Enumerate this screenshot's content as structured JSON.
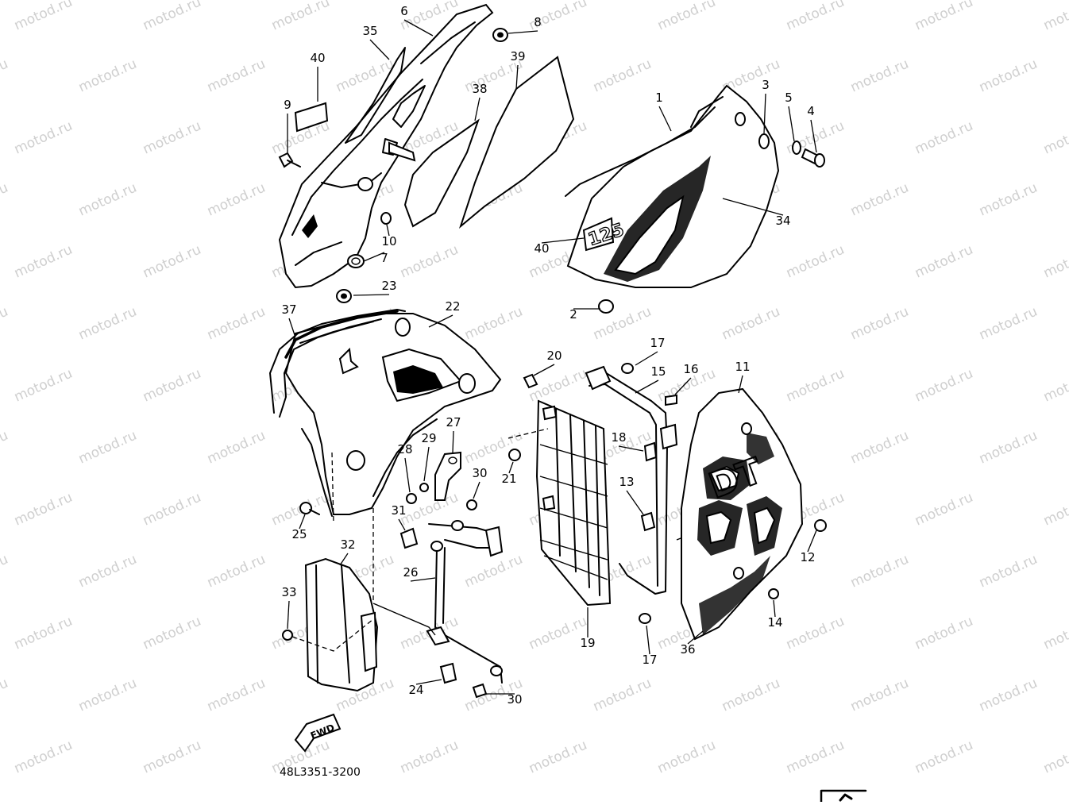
{
  "watermark": "motod.ru",
  "diagram_code": "48L3351-3200",
  "fwd_label": "FWD",
  "decal_text_125": "125",
  "decal_text_dt": "DT",
  "callouts": {
    "c1": "1",
    "c2": "2",
    "c3": "3",
    "c4": "4",
    "c5": "5",
    "c6": "6",
    "c7": "7",
    "c8": "8",
    "c9": "9",
    "c10": "10",
    "c11": "11",
    "c12": "12",
    "c13": "13",
    "c14": "14",
    "c15": "15",
    "c16": "16",
    "c17a": "17",
    "c17b": "17",
    "c18": "18",
    "c19": "19",
    "c20": "20",
    "c21": "21",
    "c22": "22",
    "c23": "23",
    "c24": "24",
    "c25": "25",
    "c26": "26",
    "c27": "27",
    "c28": "28",
    "c29": "29",
    "c30a": "30",
    "c30b": "30",
    "c31": "31",
    "c32": "32",
    "c33": "33",
    "c34": "34",
    "c35": "35",
    "c36": "36",
    "c37": "37",
    "c38": "38",
    "c39": "39",
    "c40a": "40",
    "c40b": "40"
  }
}
